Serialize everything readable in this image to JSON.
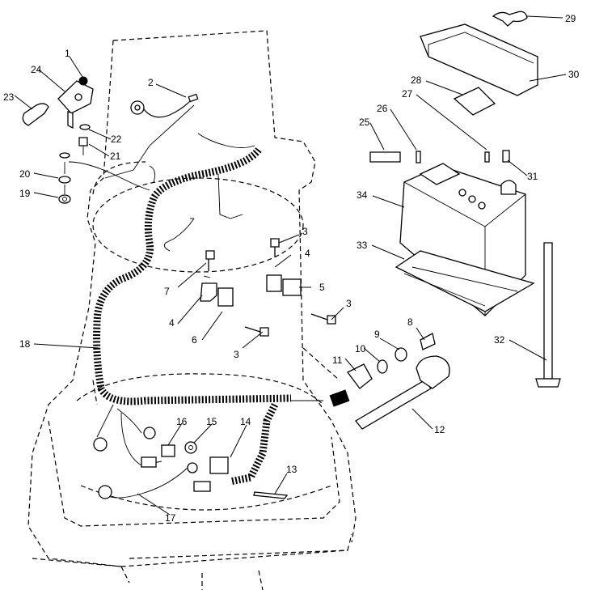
{
  "callouts": [
    {
      "id": "c1",
      "text": "1"
    },
    {
      "id": "c2",
      "text": "2"
    },
    {
      "id": "c3a",
      "text": "3"
    },
    {
      "id": "c3b",
      "text": "3"
    },
    {
      "id": "c3c",
      "text": "3"
    },
    {
      "id": "c4a",
      "text": "4"
    },
    {
      "id": "c4b",
      "text": "4"
    },
    {
      "id": "c5",
      "text": "5"
    },
    {
      "id": "c6",
      "text": "6"
    },
    {
      "id": "c7",
      "text": "7"
    },
    {
      "id": "c8",
      "text": "8"
    },
    {
      "id": "c9",
      "text": "9"
    },
    {
      "id": "c10",
      "text": "10"
    },
    {
      "id": "c11",
      "text": "11"
    },
    {
      "id": "c12",
      "text": "12"
    },
    {
      "id": "c13",
      "text": "13"
    },
    {
      "id": "c14",
      "text": "14"
    },
    {
      "id": "c15",
      "text": "15"
    },
    {
      "id": "c16",
      "text": "16"
    },
    {
      "id": "c17",
      "text": "17"
    },
    {
      "id": "c18",
      "text": "18"
    },
    {
      "id": "c19",
      "text": "19"
    },
    {
      "id": "c20",
      "text": "20"
    },
    {
      "id": "c21",
      "text": "21"
    },
    {
      "id": "c22",
      "text": "22"
    },
    {
      "id": "c23",
      "text": "23"
    },
    {
      "id": "c24",
      "text": "24"
    },
    {
      "id": "c25",
      "text": "25"
    },
    {
      "id": "c26",
      "text": "26"
    },
    {
      "id": "c27",
      "text": "27"
    },
    {
      "id": "c28",
      "text": "28"
    },
    {
      "id": "c29",
      "text": "29"
    },
    {
      "id": "c30",
      "text": "30"
    },
    {
      "id": "c31",
      "text": "31"
    },
    {
      "id": "c32",
      "text": "32"
    },
    {
      "id": "c33",
      "text": "33"
    },
    {
      "id": "c34",
      "text": "34"
    }
  ]
}
